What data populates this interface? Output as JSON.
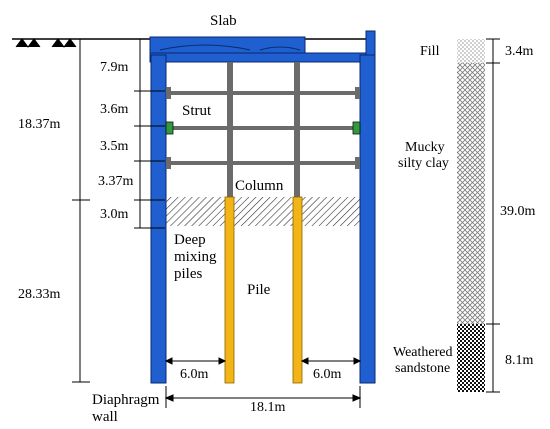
{
  "colors": {
    "diaphragm_wall": "#1f5fd0",
    "wall_outline": "#0a2a6e",
    "pile": "#f2b416",
    "strut": "#6b6b6b",
    "connector_green": "#2f9b3a",
    "hatch": "#000000",
    "dimension_line": "#000000"
  },
  "labels": {
    "slab": "Slab",
    "strut": "Strut",
    "column": "Column",
    "deep_mixing_line1": "Deep",
    "deep_mixing_line2": "mixing",
    "deep_mixing_line3": "piles",
    "pile": "Pile",
    "diaphragm_line1": "Diaphragm",
    "diaphragm_line2": "wall"
  },
  "left_dimensions": {
    "excavation_depth": "18.37m",
    "wall_below": "28.33m",
    "seg1": "7.9m",
    "seg2": "3.6m",
    "seg3": "3.5m",
    "seg4": "3.37m",
    "seg5": "3.0m"
  },
  "bottom_dimensions": {
    "left_gap": "6.0m",
    "right_gap": "6.0m",
    "total_width": "18.1m"
  },
  "soil_profile": {
    "layers": [
      {
        "name": "Fill",
        "thickness": "3.4m",
        "texture": "light-dots-icon"
      },
      {
        "name_line1": "Mucky",
        "name_line2": "silty clay",
        "thickness": "39.0m",
        "texture": "crosshatch-icon"
      },
      {
        "name_line1": "Weathered",
        "name_line2": "sandstone",
        "thickness": "8.1m",
        "texture": "checker-icon"
      }
    ]
  }
}
